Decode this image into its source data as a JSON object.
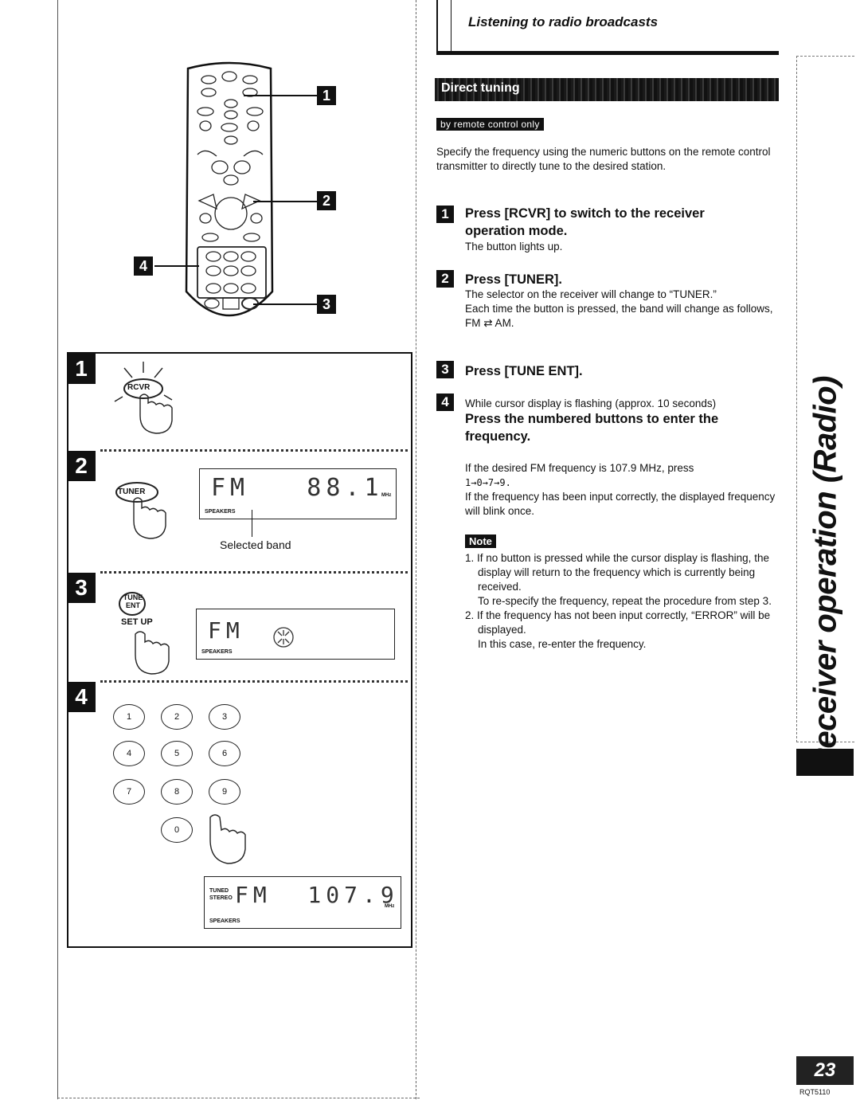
{
  "header": {
    "section_title": "Listening to radio broadcasts"
  },
  "banner": {
    "title": "Direct tuning",
    "subtitle": "by remote control only"
  },
  "intro": "Specify the frequency using the numeric buttons on the remote control transmitter to directly tune to the desired station.",
  "steps": [
    {
      "num": "1",
      "head_line1": "Press [RCVR] to switch to the receiver",
      "head_line2": "operation mode.",
      "body": "The button lights up."
    },
    {
      "num": "2",
      "head": "Press [TUNER].",
      "body1": "The selector on the receiver will change to “TUNER.”",
      "body2": "Each time the button is pressed, the band will change as follows,",
      "body3": "FM ⇄ AM."
    },
    {
      "num": "3",
      "head": "Press [TUNE ENT]."
    },
    {
      "num": "4",
      "pre": "While cursor display is flashing (approx. 10 seconds)",
      "head_line1": "Press the numbered buttons to enter the",
      "head_line2": "frequency.",
      "body1": "If the desired FM frequency is 107.9 MHz, press",
      "body2": "1→0→7→9.",
      "body3": "If the frequency has been input correctly, the displayed frequency will blink once."
    }
  ],
  "note": {
    "label": "Note",
    "items": [
      {
        "line1": "1. If no button is pressed while the cursor display is flashing, the display will return to the frequency which is currently being received.",
        "line2": "To re-specify the frequency, repeat the procedure from step 3."
      },
      {
        "line1": "2. If the frequency has not been input correctly, “ERROR” will be displayed.",
        "line2": "In this case, re-enter the frequency."
      }
    ]
  },
  "illustration": {
    "remote_callouts": [
      "1",
      "2",
      "3",
      "4"
    ],
    "rcvr_button": "RCVR",
    "tuner_button": "TUNER",
    "tune_ent_button": "TUNE ENT",
    "setup_label": "SET UP",
    "selected_band": "Selected band",
    "panel2_lcd": "FM   88.1",
    "panel3_lcd": "FM",
    "panel4_lcd": "FM  107.9",
    "speakers_label": "SPEAKERS",
    "tuned_label": "TUNED",
    "stereo_label": "STEREO",
    "mhz_label": "MHz",
    "numpad": [
      "1",
      "2",
      "3",
      "4",
      "5",
      "6",
      "7",
      "8",
      "9",
      "0"
    ]
  },
  "side_tab": "Receiver operation (Radio)",
  "page_number": "23",
  "doc_code": "RQT5110"
}
